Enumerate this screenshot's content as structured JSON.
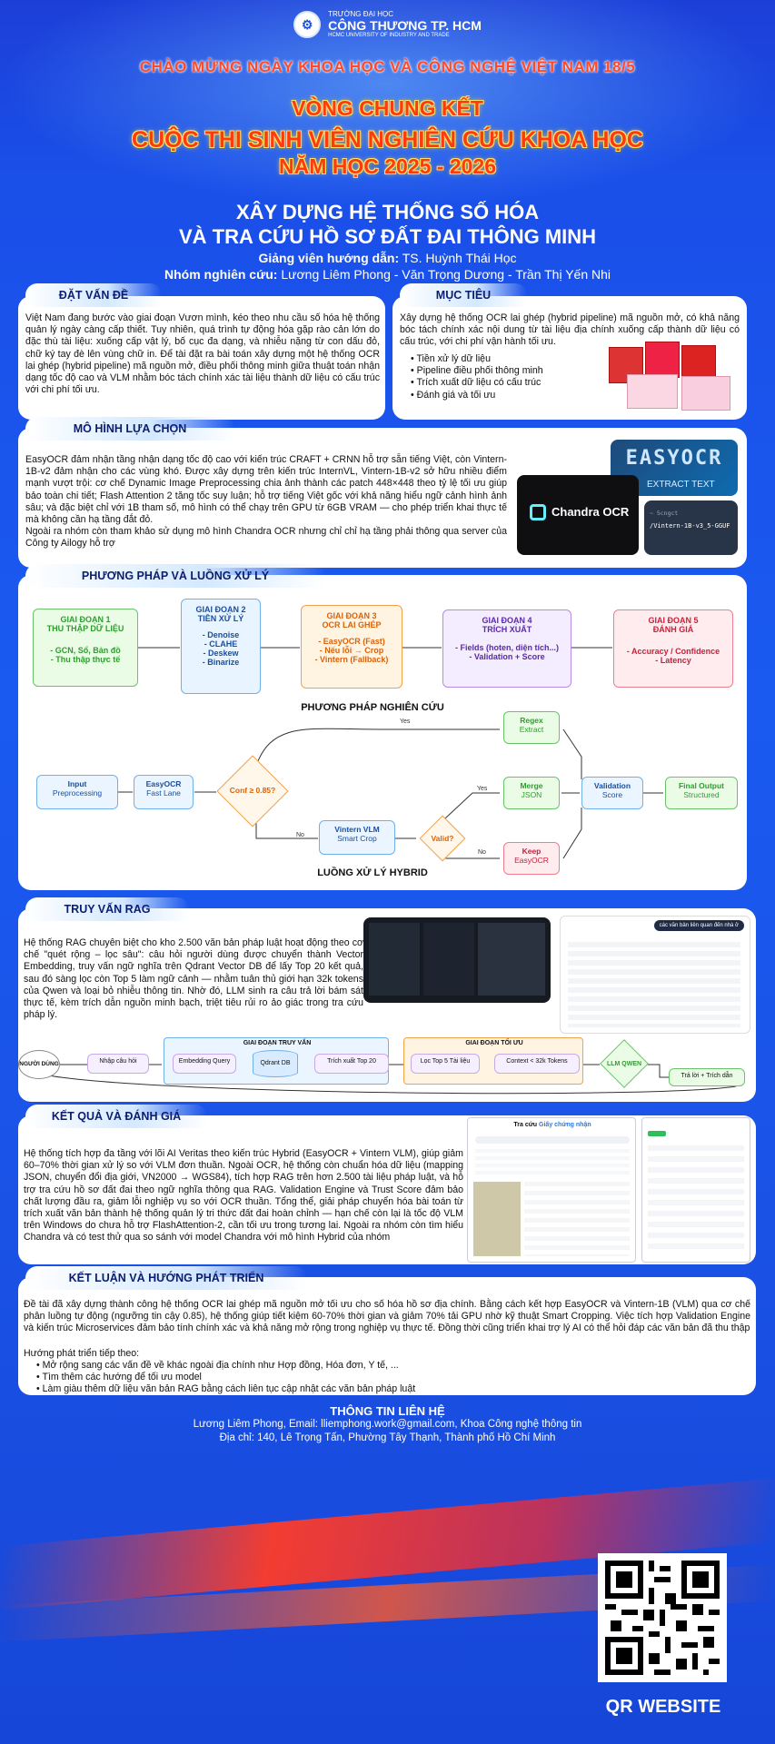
{
  "header": {
    "school_line1": "TRƯỜNG ĐẠI HỌC",
    "school_line2": "CÔNG THƯƠNG TP. HCM",
    "school_line3": "HCMC UNIVERSITY OF INDUSTRY AND TRADE",
    "welcome": "CHÀO MỪNG NGÀY KHOA HỌC VÀ CÔNG NGHỆ VIỆT NAM 18/5",
    "round": "VÒNG CHUNG KẾT",
    "contest": "CUỘC THI SINH VIÊN NGHIÊN CỨU KHOA HỌC",
    "year": "NĂM HỌC 2025 - 2026"
  },
  "title": {
    "line1": "XÂY DỰNG HỆ THỐNG SỐ HÓA",
    "line2": "VÀ TRA CỨU HỒ SƠ ĐẤT ĐAI THÔNG MINH",
    "advisor_label": "Giảng viên hướng dẫn:",
    "advisor_name": "TS. Huỳnh Thái Học",
    "team_label": "Nhóm nghiên cứu:",
    "team_names": "Lương Liêm Phong - Văn Trọng Dương - Trần Thị Yến Nhi"
  },
  "problem": {
    "tag": "ĐẶT VẤN ĐỀ",
    "text": "Việt Nam đang bước vào giai đoạn Vươn mình, kéo theo nhu cầu số hóa hệ thống quản lý ngày càng cấp thiết. Tuy nhiên, quá trình tự động hóa gặp rào cản lớn do đặc thù tài liệu: xuống cấp vật lý, bố cục đa dạng, và nhiễu nặng từ con dấu đỏ, chữ ký tay đè lên vùng chữ in. Để tài đặt ra bài toán xây dựng một hệ thống OCR lai ghép (hybrid pipeline) mã nguồn mở, điều phối thông minh giữa thuật toán nhận dạng tốc độ cao và VLM nhằm bóc tách chính xác tài liệu thành dữ liệu có cấu trúc với chi phí tối ưu."
  },
  "objective": {
    "tag": "MỤC TIÊU",
    "text": "Xây dựng hệ thống OCR lai ghép (hybrid pipeline) mã nguồn mở, có khả năng bóc tách chính xác nội dung từ tài liệu địa chính xuống cấp thành dữ liệu có cấu trúc, với chi phí vận hành tối ưu.",
    "items": [
      "Tiền xử lý dữ liệu",
      "Pipeline điều phối thông minh",
      "Trích xuất dữ liệu có cấu trúc",
      "Đánh giá và tối ưu"
    ]
  },
  "model": {
    "tag": "MÔ HÌNH LỰA CHỌN",
    "text1": "EasyOCR đảm nhận tầng nhận dạng tốc độ cao với kiến trúc CRAFT + CRNN hỗ trợ sẵn tiếng Việt, còn Vintern-1B-v2 đảm nhận cho các vùng khó. Được xây dựng trên kiến trúc InternVL, Vintern-1B-v2 sở hữu nhiều điểm mạnh vượt trội: cơ chế Dynamic Image Preprocessing chia ảnh thành các patch 448×448 theo tỷ lệ tối ưu giúp bảo toàn chi tiết; Flash Attention 2 tăng tốc suy luận; hỗ trợ tiếng Việt gốc với khả năng hiểu ngữ cảnh hình ảnh sâu; và đặc biệt chỉ với 1B tham số, mô hình có thể chạy trên GPU từ 6GB VRAM — cho phép triển khai thực tế mà không cần hạ tầng đắt đỏ.",
    "text2": "Ngoài ra nhóm còn tham khảo sử dụng mô hình Chandra OCR nhưng chỉ chỉ hạ tầng phải thông qua server của Công ty Ailogy hỗ trợ",
    "easyocr_logo": "EASYOCR",
    "easyocr_sub": "EXTRACT TEXT",
    "chandra_logo": "Chandra OCR",
    "vintern_user": "~ 5cngct",
    "vintern_path": "/Vintern-1B-v3_5-GGUF"
  },
  "method": {
    "tag": "PHƯƠNG PHÁP VÀ LUỒNG XỬ LÝ",
    "stages": [
      {
        "title": "GIAI ĐOẠN 1",
        "subtitle": "THU THẬP DỮ LIỆU",
        "lines": [
          "- GCN, Sổ, Bản đồ",
          "- Thu thập thực tế"
        ],
        "color": "#2f9e2f",
        "bg": "#eafbe6",
        "border": "#6cc26c"
      },
      {
        "title": "GIAI ĐOẠN 2",
        "subtitle": "TIỀN XỬ LÝ",
        "lines": [
          "- Denoise",
          "- CLAHE",
          "- Deskew",
          "- Binarize"
        ],
        "color": "#1a4fa0",
        "bg": "#e8f4ff",
        "border": "#6fb0e8"
      },
      {
        "title": "GIAI ĐOẠN 3",
        "subtitle": "OCR LAI GHÉP",
        "lines": [
          "- EasyOCR (Fast)",
          "- Nếu lỗi → Crop",
          "- Vintern (Fallback)"
        ],
        "color": "#d9620b",
        "bg": "#fff4e2",
        "border": "#f2a24a"
      },
      {
        "title": "GIAI ĐOẠN 4",
        "subtitle": "TRÍCH XUẤT",
        "lines": [
          "- Fields (hoten, diện tích...)",
          "- Validation + Score"
        ],
        "color": "#5a2aa8",
        "bg": "#f4ecff",
        "border": "#b58ae8"
      },
      {
        "title": "GIAI ĐOẠN 5",
        "subtitle": "ĐÁNH GIÁ",
        "lines": [
          "- Accuracy / Confidence",
          "- Latency"
        ],
        "color": "#c8203a",
        "bg": "#ffecef",
        "border": "#ee7d8f"
      }
    ],
    "caption1": "PHƯƠNG PHÁP NGHIÊN CỨU",
    "caption2": "LUỒNG XỬ LÝ HYBRID",
    "hybrid": {
      "input": [
        "Input",
        "Preprocessing"
      ],
      "easyocr": [
        "EasyOCR",
        "Fast Lane"
      ],
      "conf": "Conf ≥ 0.85?",
      "yes": "Yes",
      "no": "No",
      "vintern": [
        "Vintern VLM",
        "Smart Crop"
      ],
      "valid": "Valid?",
      "regex": [
        "Regex",
        "Extract"
      ],
      "merge": [
        "Merge",
        "JSON"
      ],
      "keep": [
        "Keep",
        "EasyOCR"
      ],
      "validation": [
        "Validation",
        "Score"
      ],
      "output": [
        "Final Output",
        "Structured"
      ]
    }
  },
  "rag": {
    "tag": "TRUY VẤN RAG",
    "text": "Hệ thống RAG chuyên biệt cho kho 2.500 văn bản pháp luật hoạt động theo cơ chế \"quét rộng – lọc sâu\": câu hỏi người dùng được chuyển thành Vector Embedding, truy vấn ngữ nghĩa trên Qdrant Vector DB để lấy Top 20 kết quả, sau đó sàng lọc còn Top 5 làm ngữ cảnh — nhằm tuân thủ giới hạn 32k tokens của Qwen và loại bỏ nhiễu thông tin. Nhờ đó, LLM sinh ra câu trả lời bám sát thực tế, kèm trích dẫn nguồn minh bạch, triệt tiêu rủi ro ảo giác trong tra cứu pháp lý.",
    "group1": "GIAI ĐOẠN TRUY VẤN",
    "group2": "GIAI ĐOẠN TỐI ƯU",
    "nodes": [
      "NGƯỜI DÙNG",
      "Nhập câu hỏi",
      "Embedding Query",
      "Qdrant DB",
      "Trích xuất Top 20",
      "Lọc Top 5 Tài liệu",
      "Context < 32k Tokens",
      "LLM QWEN",
      "Trả lời + Trích dẫn"
    ],
    "chat_bubble": "các văn bản liên quan đến nhà ở"
  },
  "results": {
    "tag": "KẾT QUẢ VÀ ĐÁNH GIÁ",
    "text": "Hệ thống tích hợp đa tầng với lõi AI Veritas theo kiến trúc Hybrid (EasyOCR + Vintern VLM), giúp giảm 60–70% thời gian xử lý so với VLM đơn thuần. Ngoài OCR, hệ thống còn chuẩn hóa dữ liệu (mapping JSON, chuyển đổi địa giới, VN2000 → WGS84), tích hợp RAG trên hơn 2.500 tài liệu pháp luật, và hỗ trợ tra cứu hồ sơ đất đai theo ngữ nghĩa thông qua RAG. Validation Engine và Trust Score đảm bảo chất lượng đầu ra, giảm lỗi nghiệp vụ so với OCR thuần. Tổng thể, giải pháp chuyển hóa bài toán từ trích xuất văn bản thành hệ thống quản lý tri thức đất đai hoàn chỉnh — hạn chế còn lại là tốc độ VLM trên Windows do chưa hỗ trợ FlashAttention-2, cần tối ưu trong tương lai. Ngoài ra nhóm còn tìm hiểu Chandra và có test thử qua so sánh với model Chandra với mô hình Hybrid của nhóm",
    "app_title_prefix": "Tra cứu",
    "app_title_accent": "Giấy chứng nhận"
  },
  "conclusion": {
    "tag": "KẾT LUẬN VÀ HƯỚNG PHÁT TRIỂN",
    "text": "Đề tài đã xây dựng thành công hệ thống OCR lai ghép mã nguồn mở tối ưu cho số hóa hồ sơ địa chính. Bằng cách kết hợp EasyOCR và Vintern-1B (VLM) qua cơ chế phân luồng tự động (ngưỡng tin cậy 0.85), hệ thống giúp tiết kiệm 60-70% thời gian và giảm 70% tải GPU nhờ kỹ thuật Smart Cropping. Việc tích hợp Validation Engine và kiến trúc Microservices đảm bảo tính chính xác và khả năng mở rộng trong nghiệp vụ thực tế. Đồng thời cũng triển khai trợ lý AI có thể hỏi đáp các văn bản đã thu thập",
    "future_label": "Hướng phát triển tiếp theo:",
    "items": [
      "Mở rộng sang các vấn đề về khác ngoài địa chính như Hợp đồng, Hóa đơn, Y tế, ...",
      "Tìm thêm các hướng để tối ưu model",
      "Làm giàu thêm dữ liệu văn bản RAG bằng cách liên tục cập nhật các văn bản pháp luật"
    ]
  },
  "contact": {
    "heading": "THÔNG TIN LIÊN HỆ",
    "line1": "Lương Liêm Phong, Email: lliemphong.work@gmail.com, Khoa Công nghệ thông tin",
    "line2": "Địa chỉ: 140, Lê Trọng Tấn, Phường Tây Thạnh, Thành phố Hồ Chí Minh"
  },
  "qr_label": "QR WEBSITE"
}
